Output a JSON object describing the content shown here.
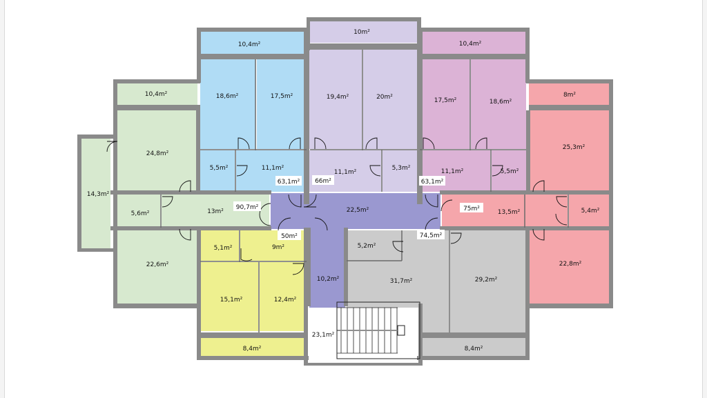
{
  "rooms": {
    "a_storage": "10,4m²",
    "a_bed1": "18,6m²",
    "a_bed2": "17,5m²",
    "a_bath": "5,5m²",
    "a_living": "11,1m²",
    "a_total": "63,1m²",
    "b_storage": "10m²",
    "b_bed1": "19,4m²",
    "b_bed2": "20m²",
    "b_living": "11,1m²",
    "b_bath": "5,3m²",
    "b_total": "66m²",
    "c_storage": "10,4m²",
    "c_bed1": "17,5m²",
    "c_bed2": "18,6m²",
    "c_living": "11,1m²",
    "c_bath": "5,5m²",
    "c_total": "63,1m²",
    "d_storage": "8m²",
    "d_bed1": "25,3m²",
    "d_total": "75m²",
    "d_hall": "13,5m²",
    "d_bath": "5,4m²",
    "d_bed2": "22,8m²",
    "e_storage": "10,4m²",
    "e_bed1": "24,8m²",
    "e_balcony": "14,3m²",
    "e_bath": "5,6m²",
    "e_hall": "13m²",
    "e_total": "90,7m²",
    "e_bed2": "22,6m²",
    "f_total": "50m²",
    "f_bath": "5,1m²",
    "f_hall": "9m²",
    "f_bed1": "15,1m²",
    "f_bed2": "12,4m²",
    "f_storage": "8,4m²",
    "corridor": "22,5m²",
    "corridor_s": "10,2m²",
    "g_bath": "5,2m²",
    "g_total": "74,5m²",
    "g_bed1": "31,7m²",
    "g_bed2": "29,2m²",
    "g_storage": "8,4m²",
    "stair": "23,1m²"
  },
  "colors": {
    "blue": "#b0dcf5",
    "lavender": "#d5cde8",
    "pink": "#dcb3d6",
    "red": "#f5a6ab",
    "green": "#d7e9cf",
    "yellow": "#eef08f",
    "corridor": "#9a98d0",
    "gray": "#cbcbcb",
    "wall": "#8a8a8a"
  }
}
